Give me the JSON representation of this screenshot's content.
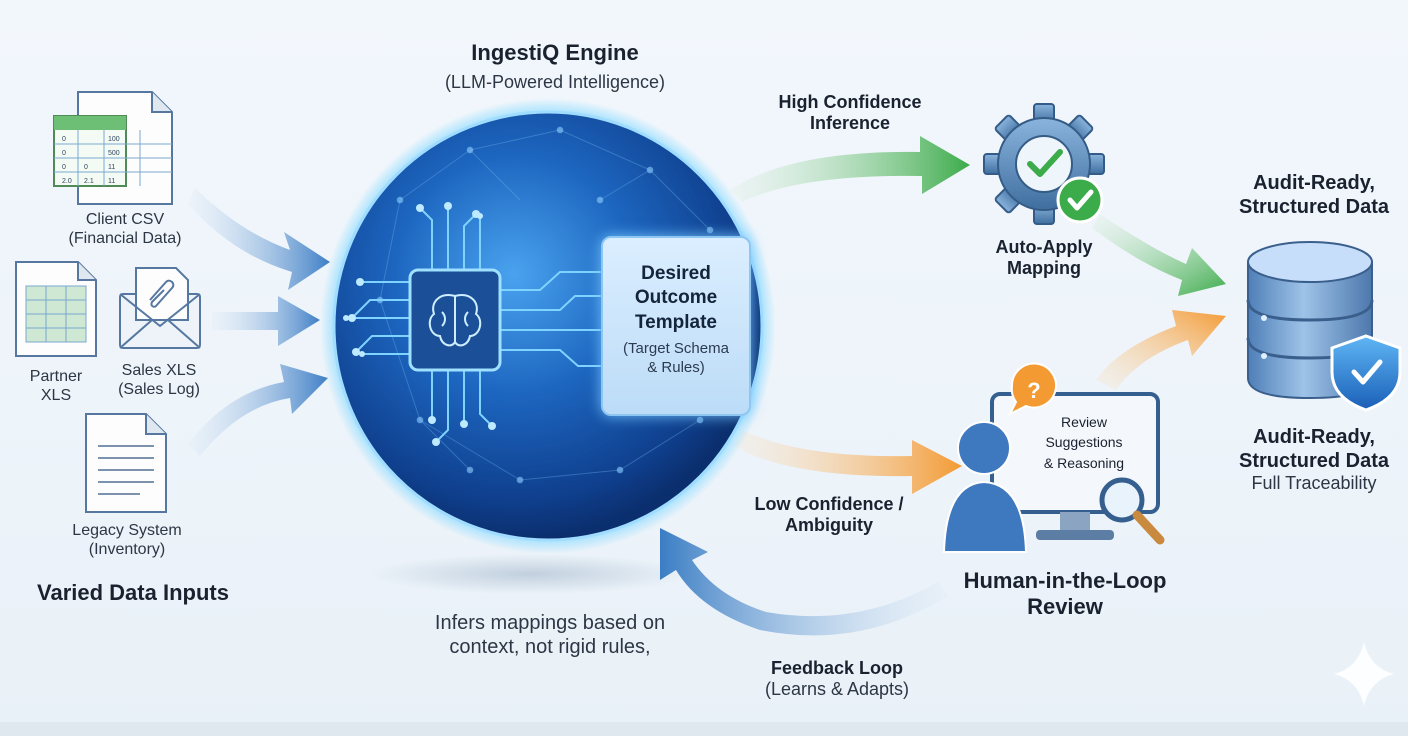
{
  "engine": {
    "title": "IngestiQ Engine",
    "subtitle": "(LLM-Powered Intelligence)"
  },
  "inputs": {
    "heading": "Varied Data Inputs",
    "client_csv": {
      "line1": "Client CSV",
      "line2": "(Financial Data)"
    },
    "partner_xls": {
      "line1": "Partner",
      "line2": "XLS"
    },
    "sales_xls": {
      "line1": "Sales XLS",
      "line2": "(Sales Log)"
    },
    "legacy": {
      "line1": "Legacy System",
      "line2": "(Inventory)"
    }
  },
  "template": {
    "line1": "Desired",
    "line2": "Outcome",
    "line3": "Template",
    "line4": "(Target Schema",
    "line5": "& Rules)"
  },
  "high_conf": {
    "line1": "High Confidence",
    "line2": "Inference"
  },
  "auto_apply": {
    "line1": "Auto-Apply",
    "line2": "Mapping"
  },
  "low_conf": {
    "line1": "Low Confidence /",
    "line2": "Ambiguity"
  },
  "review": {
    "line1": "Review",
    "line2": "Suggestions",
    "line3": "& Reasoning",
    "mark": "?"
  },
  "hitl": {
    "line1": "Human-in-the-Loop",
    "line2": "Review"
  },
  "output_top": {
    "line1": "Audit-Ready,",
    "line2": "Structured Data"
  },
  "output_bottom": {
    "line1": "Audit-Ready,",
    "line2": "Structured Data",
    "line3": "Full Traceability"
  },
  "infers": {
    "line1": "Infers mappings based on",
    "line2": "context, not rigid rules,"
  },
  "feedback": {
    "line1": "Feedback Loop",
    "line2": "(Learns & Adapts)"
  },
  "sheet_values": [
    "0",
    "100",
    "0",
    "500",
    "0",
    "0",
    "11",
    "2.0",
    "2.1",
    "11"
  ],
  "colors": {
    "green": "#3cab4a",
    "orange": "#f39a33",
    "blue": "#3a7dc4",
    "sphere": "#1f63b8",
    "accent": "#5cc8ff"
  }
}
